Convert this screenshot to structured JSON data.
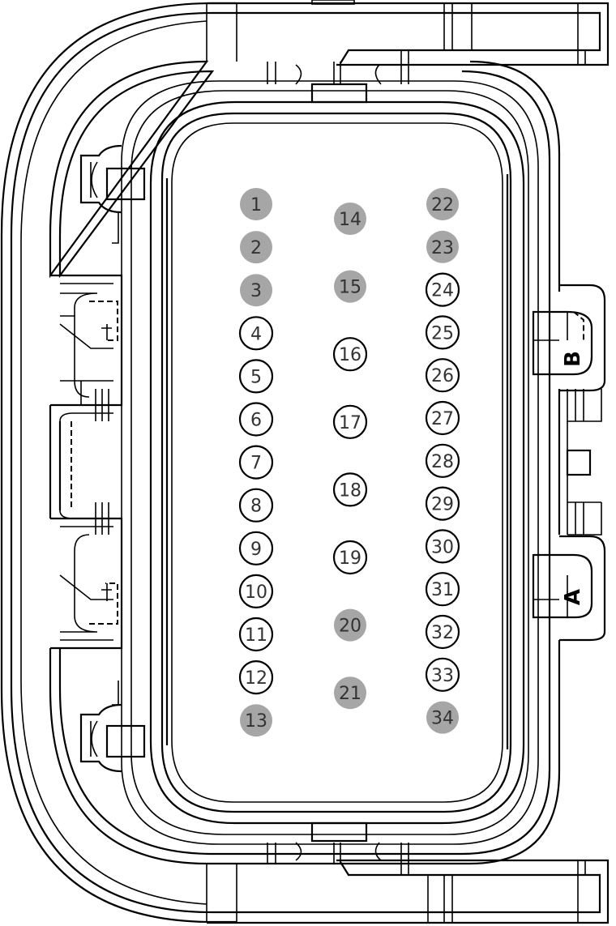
{
  "colors": {
    "stroke": "#000000",
    "pin_filled": "#a6a6a6",
    "pin_empty": "#ffffff",
    "pin_text": "#333333",
    "background": "#ffffff"
  },
  "keys": [
    {
      "id": "B",
      "label": "B"
    },
    {
      "id": "A",
      "label": "A"
    }
  ],
  "pin_columns": [
    {
      "pins": [
        {
          "label": "1",
          "filled": true
        },
        {
          "label": "2",
          "filled": true
        },
        {
          "label": "3",
          "filled": true
        },
        {
          "label": "4",
          "filled": false
        },
        {
          "label": "5",
          "filled": false
        },
        {
          "label": "6",
          "filled": false
        },
        {
          "label": "7",
          "filled": false
        },
        {
          "label": "8",
          "filled": false
        },
        {
          "label": "9",
          "filled": false
        },
        {
          "label": "10",
          "filled": false
        },
        {
          "label": "11",
          "filled": false
        },
        {
          "label": "12",
          "filled": false
        },
        {
          "label": "13",
          "filled": true
        }
      ]
    },
    {
      "pins": [
        {
          "label": "14",
          "filled": true
        },
        {
          "label": "15",
          "filled": true
        },
        {
          "label": "16",
          "filled": false
        },
        {
          "label": "17",
          "filled": false
        },
        {
          "label": "18",
          "filled": false
        },
        {
          "label": "19",
          "filled": false
        },
        {
          "label": "20",
          "filled": true
        },
        {
          "label": "21",
          "filled": true
        }
      ]
    },
    {
      "pins": [
        {
          "label": "22",
          "filled": true
        },
        {
          "label": "23",
          "filled": true
        },
        {
          "label": "24",
          "filled": false
        },
        {
          "label": "25",
          "filled": false
        },
        {
          "label": "26",
          "filled": false
        },
        {
          "label": "27",
          "filled": false
        },
        {
          "label": "28",
          "filled": false
        },
        {
          "label": "29",
          "filled": false
        },
        {
          "label": "30",
          "filled": false
        },
        {
          "label": "31",
          "filled": false
        },
        {
          "label": "32",
          "filled": false
        },
        {
          "label": "33",
          "filled": false
        },
        {
          "label": "34",
          "filled": true
        }
      ]
    }
  ]
}
